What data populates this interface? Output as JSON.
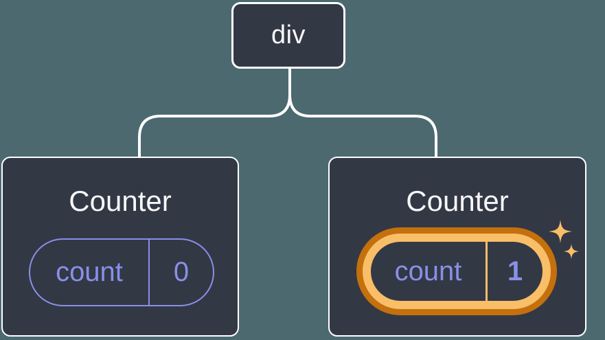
{
  "palette": {
    "background": "#4C6970",
    "node_fill": "#333845",
    "connector": "#FFFFFF",
    "state_purple": "#8890E8",
    "highlight_orange_dark": "#C4700D",
    "highlight_orange_light": "#F9BE68"
  },
  "tree": {
    "root": {
      "label": "div"
    },
    "children": [
      {
        "title": "Counter",
        "state_key": "count",
        "state_value": "0",
        "highlighted": false
      },
      {
        "title": "Counter",
        "state_key": "count",
        "state_value": "1",
        "highlighted": true
      }
    ]
  }
}
